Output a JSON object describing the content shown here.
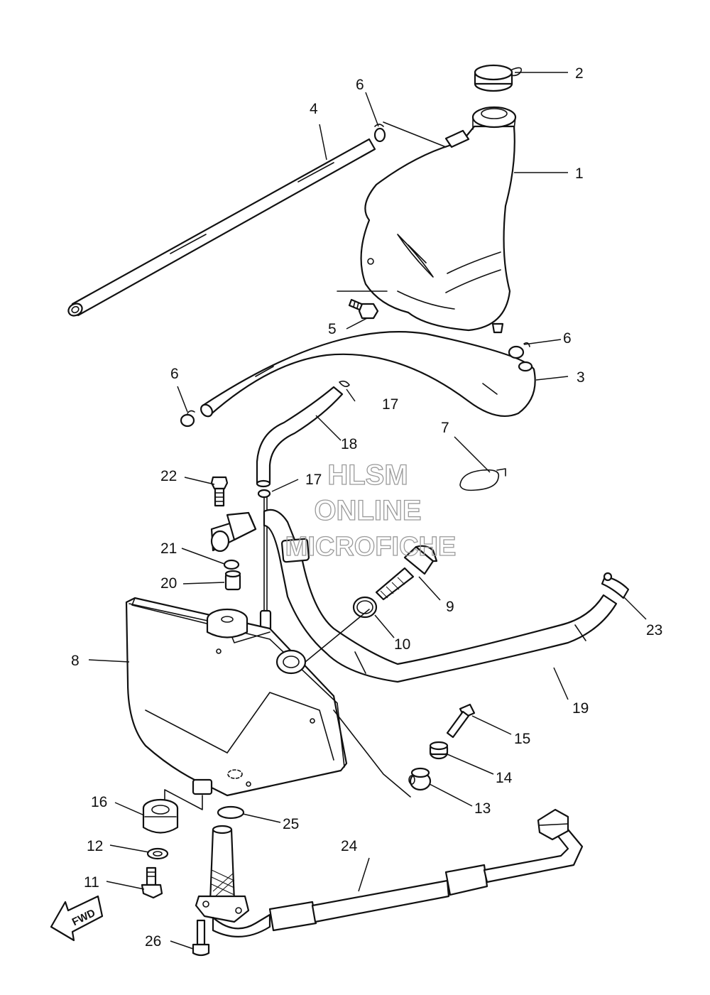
{
  "watermark": {
    "line1": "HLSM",
    "line2": "ONLINE",
    "line3": "MICROFICHE"
  },
  "fwd_arrow": {
    "label": "FWD"
  },
  "callouts": {
    "c1": "1",
    "c2": "2",
    "c3": "3",
    "c4": "4",
    "c5": "5",
    "c6a": "6",
    "c6b": "6",
    "c6c": "6",
    "c7": "7",
    "c8": "8",
    "c9": "9",
    "c10": "10",
    "c11": "11",
    "c12": "12",
    "c13": "13",
    "c14": "14",
    "c15": "15",
    "c16": "16",
    "c17a": "17",
    "c17b": "17",
    "c18": "18",
    "c19": "19",
    "c20": "20",
    "c21": "21",
    "c22": "22",
    "c23": "23",
    "c24": "24",
    "c25": "25",
    "c26": "26"
  }
}
